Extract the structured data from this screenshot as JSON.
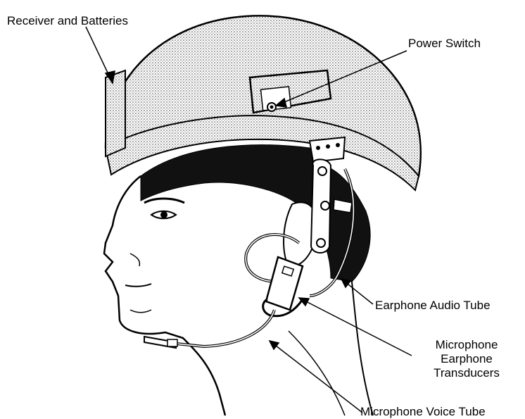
{
  "labels": {
    "receiver_batteries": "Receiver and Batteries",
    "power_switch": "Power Switch",
    "earphone_audio_tube": "Earphone Audio Tube",
    "mic_transducers_line1": "Microphone",
    "mic_transducers_line2": "Earphone",
    "mic_transducers_line3": "Transducers",
    "mic_voice_tube": "Microphone Voice Tube"
  },
  "colors": {
    "ink": "#000000",
    "helmet_shade": "#b8b8b8",
    "hair": "#111111"
  }
}
